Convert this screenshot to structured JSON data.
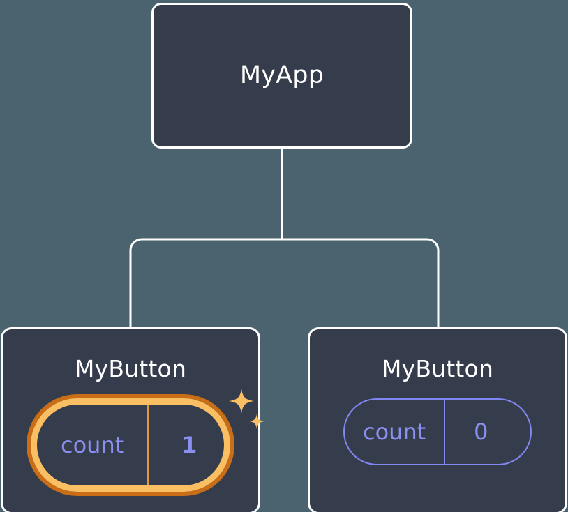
{
  "diagram": {
    "title": "React component tree with highlighted state",
    "background_color": "#4a636e",
    "node_fill_color": "#353c4b",
    "node_border_color": "#ffffff",
    "connector_color": "#ffffff",
    "state_accent_color": "#8b8ff0",
    "highlight_border_color": "#fabe63",
    "highlight_glow_color": "#c96e16",
    "sparkle_color": "#fabe63"
  },
  "root": {
    "label": "MyApp"
  },
  "children": [
    {
      "label": "MyButton",
      "state": {
        "key": "count",
        "value": "1"
      },
      "highlighted": true,
      "sparkle_icons": [
        "sparkle-large-icon",
        "sparkle-small-icon"
      ]
    },
    {
      "label": "MyButton",
      "state": {
        "key": "count",
        "value": "0"
      },
      "highlighted": false,
      "sparkle_icons": []
    }
  ]
}
